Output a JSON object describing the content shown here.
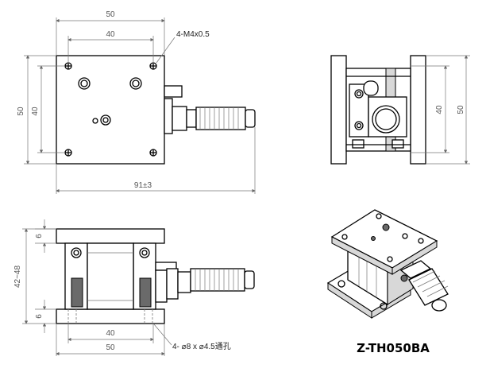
{
  "model_name": "Z-TH050BA",
  "top_view": {
    "width_overall": "50",
    "hole_spacing_x": "40",
    "thread_callout": "4-M4x0.5",
    "height_overall": "50",
    "hole_spacing_y": "40",
    "length_with_micrometer": "91±3"
  },
  "side_view": {
    "height_overall": "50",
    "hole_spacing": "40"
  },
  "front_view": {
    "top_plate_thickness": "6",
    "travel_height": "42~48",
    "base_plate_thickness": "6",
    "hole_spacing": "40",
    "width_overall": "50",
    "counterbore_callout": "4- ⌀8     x ⌀4.5通孔"
  }
}
